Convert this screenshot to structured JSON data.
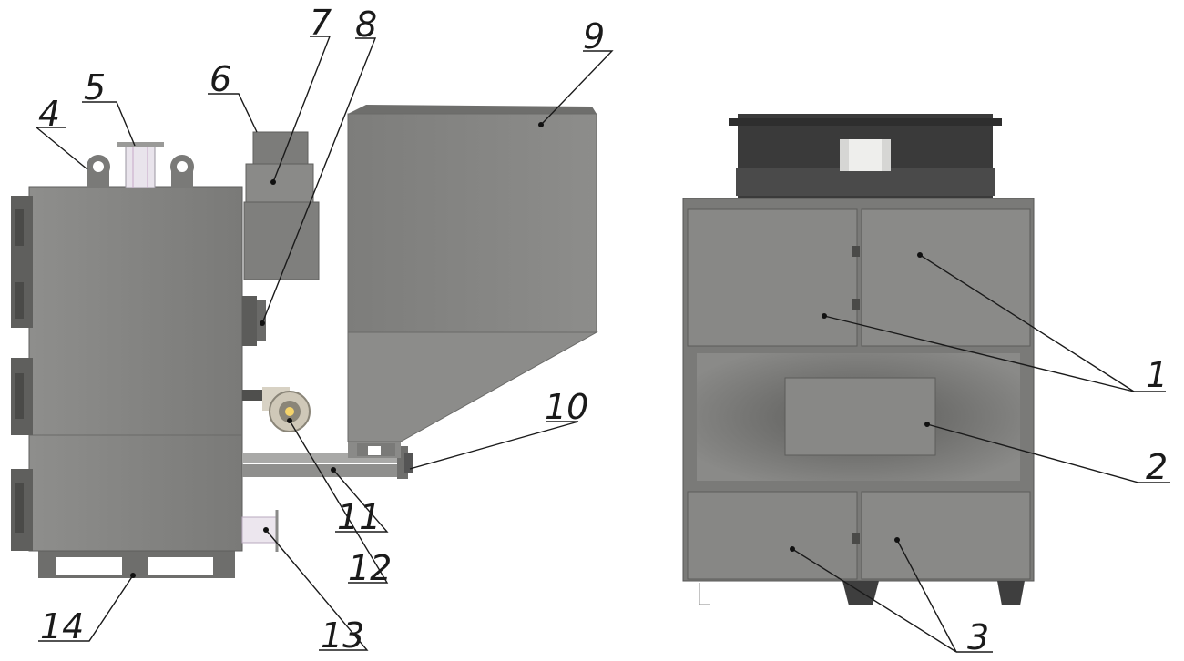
{
  "callouts": {
    "c1": "1",
    "c2": "2",
    "c3": "3",
    "c4": "4",
    "c5": "5",
    "c6": "6",
    "c7": "7",
    "c8": "8",
    "c9": "9",
    "c10": "10",
    "c11": "11",
    "c12": "12",
    "c13": "13",
    "c14": "14"
  },
  "colors": {
    "body": "#8a8a88",
    "body_dark": "#6f6f6d",
    "top_unit": "#3a3a3a",
    "line": "#1a1a1a"
  }
}
